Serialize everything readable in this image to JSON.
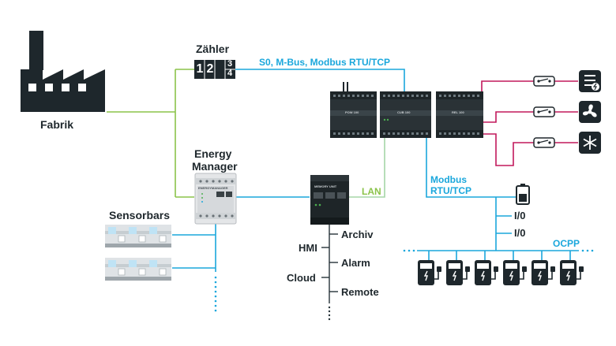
{
  "labels": {
    "factory": "Fabrik",
    "meter": "Zähler",
    "meter_digits": [
      "1",
      "2",
      "3",
      "4"
    ],
    "meter_protocols": "S0, M-Bus, Modbus RTU/TCP",
    "energy_manager_line1": "Energy",
    "energy_manager_line2": "Manager",
    "em_device_label": "ENERGYMANAGER",
    "sensorbars": "Sensorbars",
    "lan": "LAN",
    "memory_unit": "MEMORY UNIT",
    "modbus_line1": "Modbus",
    "modbus_line2": "RTU/TCP",
    "io1": "I/0",
    "io2": "I/0",
    "ocpp": "OCPP",
    "archiv": "Archiv",
    "hmi": "HMI",
    "alarm": "Alarm",
    "cloud": "Cloud",
    "remote": "Remote",
    "modules": [
      "POW 100",
      "CUB 100",
      "REL 100"
    ]
  },
  "colors": {
    "dark": "#1e272c",
    "green_line": "#8bc34a",
    "blue_line": "#1aa7dc",
    "red_line": "#c2185b",
    "lan_line": "#a5d6a7"
  }
}
